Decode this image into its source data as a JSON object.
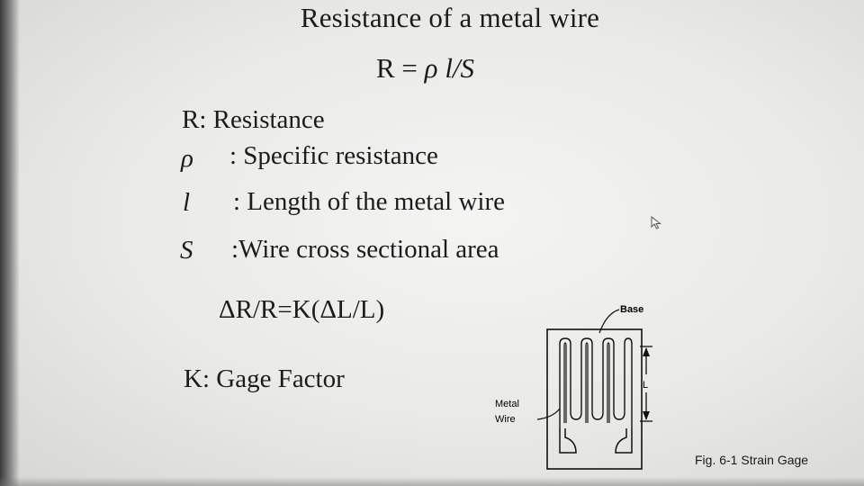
{
  "slide": {
    "title": "Resistance of a metal wire",
    "formula": {
      "lhs": "R = ",
      "rho": "ρ",
      "rest": " l/S"
    },
    "definitions": [
      {
        "symbol": "",
        "text": "R: Resistance"
      },
      {
        "symbol": "ρ",
        "text": ": Specific resistance"
      },
      {
        "symbol": "l",
        "text": ": Length of the metal wire"
      },
      {
        "symbol": "S",
        "text": ":Wire cross sectional area"
      }
    ],
    "strain_formula": "ΔR/R=K(ΔL/L)",
    "gage_factor": "K: Gage Factor"
  },
  "figure": {
    "label_base": "Base",
    "label_metal": "Metal",
    "label_wire": "Wire",
    "label_length": "L",
    "caption": "Fig. 6-1 Strain Gage"
  },
  "icons": {
    "cursor": "mouse-pointer-icon"
  },
  "colors": {
    "ink": "#1c1c1c",
    "background": "#efefed"
  }
}
